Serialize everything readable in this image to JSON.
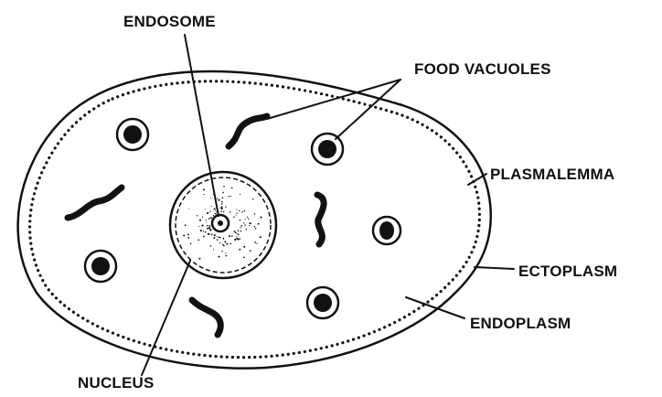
{
  "labels": {
    "endosome": "ENDOSOME",
    "food_vacuoles": "FOOD VACUOLES",
    "plasmalemma": "PLASMALEMMA",
    "ectoplasm": "ECTOPLASM",
    "endoplasm": "ENDOPLASM",
    "nucleus": "NUCLEUS"
  },
  "colors": {
    "ink": "#111111",
    "background": "#ffffff"
  }
}
